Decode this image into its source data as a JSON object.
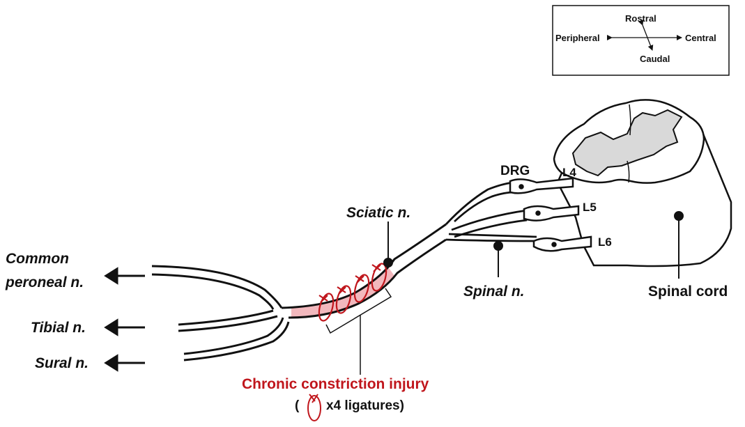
{
  "legend": {
    "rostral": "Rostral",
    "caudal": "Caudal",
    "peripheral": "Peripheral",
    "central": "Central"
  },
  "labels": {
    "common_peroneal_line1": "Common",
    "common_peroneal_line2": "peroneal n.",
    "tibial": "Tibial n.",
    "sural": "Sural n.",
    "sciatic": "Sciatic n.",
    "spinal_nerve": "Spinal n.",
    "spinal_cord": "Spinal cord",
    "drg": "DRG",
    "l4": "L4",
    "l5": "L5",
    "l6": "L6",
    "injury_title": "Chronic constriction injury",
    "ligatures_open": "(",
    "ligatures_text": "x4 ligatures)"
  },
  "colors": {
    "line": "#111111",
    "injury": "#c0161c",
    "injury_fill": "#f2b8bd",
    "gray_matter": "#d9d9d9"
  }
}
